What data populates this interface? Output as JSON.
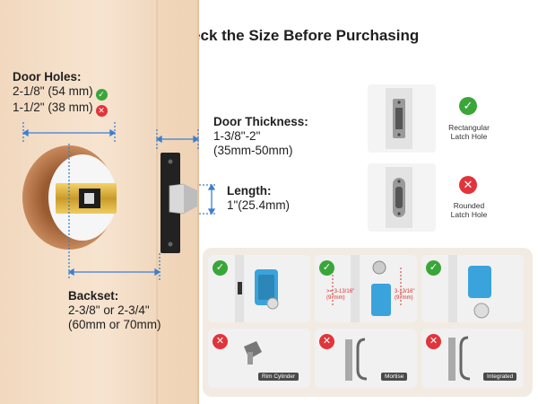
{
  "title": "Please Check the Size Before Purchasing",
  "door_holes": {
    "heading": "Door Holes:",
    "option_ok": "2-1/8\" (54 mm)",
    "option_no": "1-1/2\" (38 mm)"
  },
  "door_thickness": {
    "heading": "Door Thickness:",
    "value_in": "1-3/8\"-2\"",
    "value_mm": "(35mm-50mm)"
  },
  "length": {
    "heading": "Length:",
    "value": "1\"(25.4mm)"
  },
  "backset": {
    "heading": "Backset:",
    "value_in": "2-3/8\" or 2-3/4\"",
    "value_mm": "(60mm or 70mm)"
  },
  "latch": {
    "rect_label_1": "Rectangular",
    "rect_label_2": "Latch Hole",
    "round_label_1": "Rounded",
    "round_label_2": "Latch Hole"
  },
  "compat": {
    "measure_left": ">= 3-13/16\"",
    "measure_left_mm": "(97mm)",
    "measure_right": "3-13/16\"",
    "measure_right_mm": "(97mm)",
    "tag_rim": "Rim Cylinder",
    "tag_mortise": "Mortise",
    "tag_integrated": "Integrated"
  },
  "icons": {
    "check": "✓",
    "cross": "✕"
  },
  "colors": {
    "ok": "#3aa63a",
    "no": "#e0353b",
    "dimension": "#3b7fd1",
    "keypad": "#3aa3dc",
    "red_measure": "#d9332c"
  }
}
